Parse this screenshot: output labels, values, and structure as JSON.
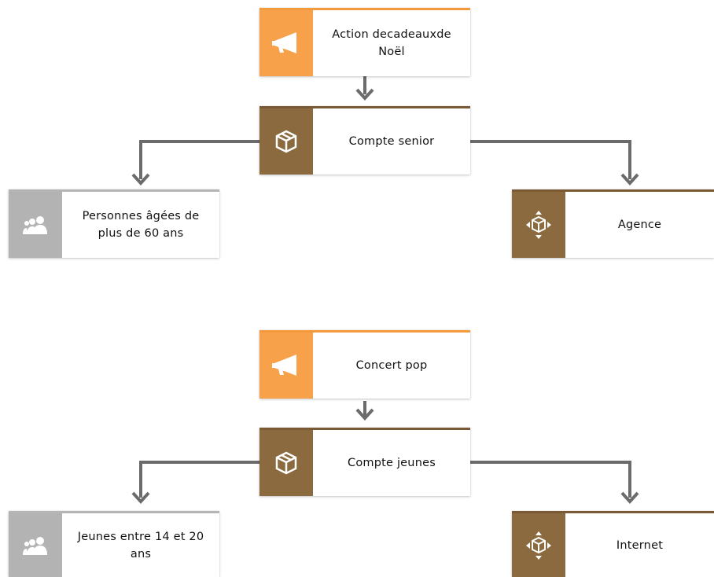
{
  "nodes": {
    "action_noel": {
      "label": "Action decadeauxde\nNoël",
      "icon": "megaphone-icon",
      "type": "event"
    },
    "compte_senior": {
      "label": "Compte senior",
      "icon": "package-icon",
      "type": "product"
    },
    "personnes_agees": {
      "label": "Personnes âgées de plus de 60 ans",
      "icon": "people-icon",
      "type": "group"
    },
    "agence": {
      "label": "Agence",
      "icon": "channel-icon",
      "type": "channel"
    },
    "concert_pop": {
      "label": "Concert pop",
      "icon": "megaphone-icon",
      "type": "event"
    },
    "compte_jeunes": {
      "label": "Compte jeunes",
      "icon": "package-icon",
      "type": "product"
    },
    "jeunes": {
      "label": "Jeunes entre 14 et 20 ans",
      "icon": "people-icon",
      "type": "group"
    },
    "internet": {
      "label": "Internet",
      "icon": "channel-icon",
      "type": "channel"
    }
  },
  "colors": {
    "event": "#f7a24a",
    "product": "#8a6a3e",
    "group": "#b3b3b3",
    "channel": "#8a6a3e",
    "connector": "#6b6b6b"
  }
}
